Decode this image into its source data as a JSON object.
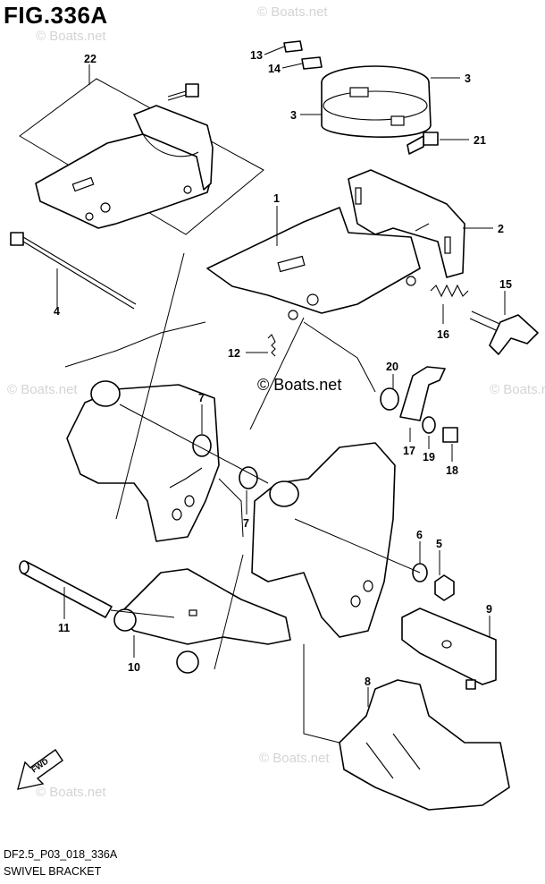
{
  "figure": {
    "title": "FIG.336A",
    "code": "DF2.5_P03_018_336A",
    "name": "SWIVEL BRACKET",
    "direction_label": "FWD"
  },
  "watermarks": {
    "small": "© Boats.net",
    "center": "© Boats.net"
  },
  "callouts": [
    "22",
    "13",
    "14",
    "3",
    "3",
    "21",
    "1",
    "2",
    "15",
    "16",
    "4",
    "12",
    "20",
    "7",
    "17",
    "19",
    "18",
    "7",
    "6",
    "5",
    "9",
    "11",
    "10",
    "8"
  ]
}
